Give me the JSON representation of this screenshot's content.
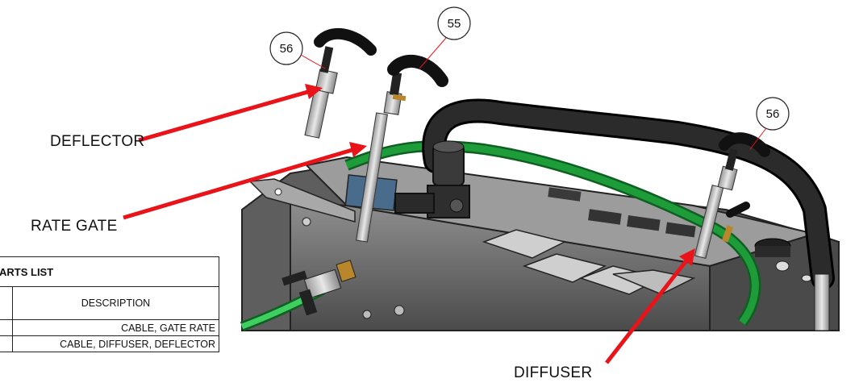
{
  "labels": {
    "deflector": "DEFLECTOR",
    "rate_gate": "RATE GATE",
    "diffuser": "DIFFUSER"
  },
  "balloons": {
    "left": "56",
    "middle": "55",
    "right": "56"
  },
  "parts_list": {
    "title": "ARTS LIST",
    "header": {
      "item": "",
      "description": "DESCRIPTION"
    },
    "rows": [
      {
        "item": "",
        "description": "CABLE, GATE RATE"
      },
      {
        "item": "",
        "description": "CABLE, DIFFUSER, DEFLECTOR"
      }
    ]
  },
  "colors": {
    "arrow": "#e8141a",
    "hose": "#1f9c3a",
    "grip": "#1c1c1c",
    "steel": "#6a6a6a",
    "chrome": "#c9c9c9"
  }
}
